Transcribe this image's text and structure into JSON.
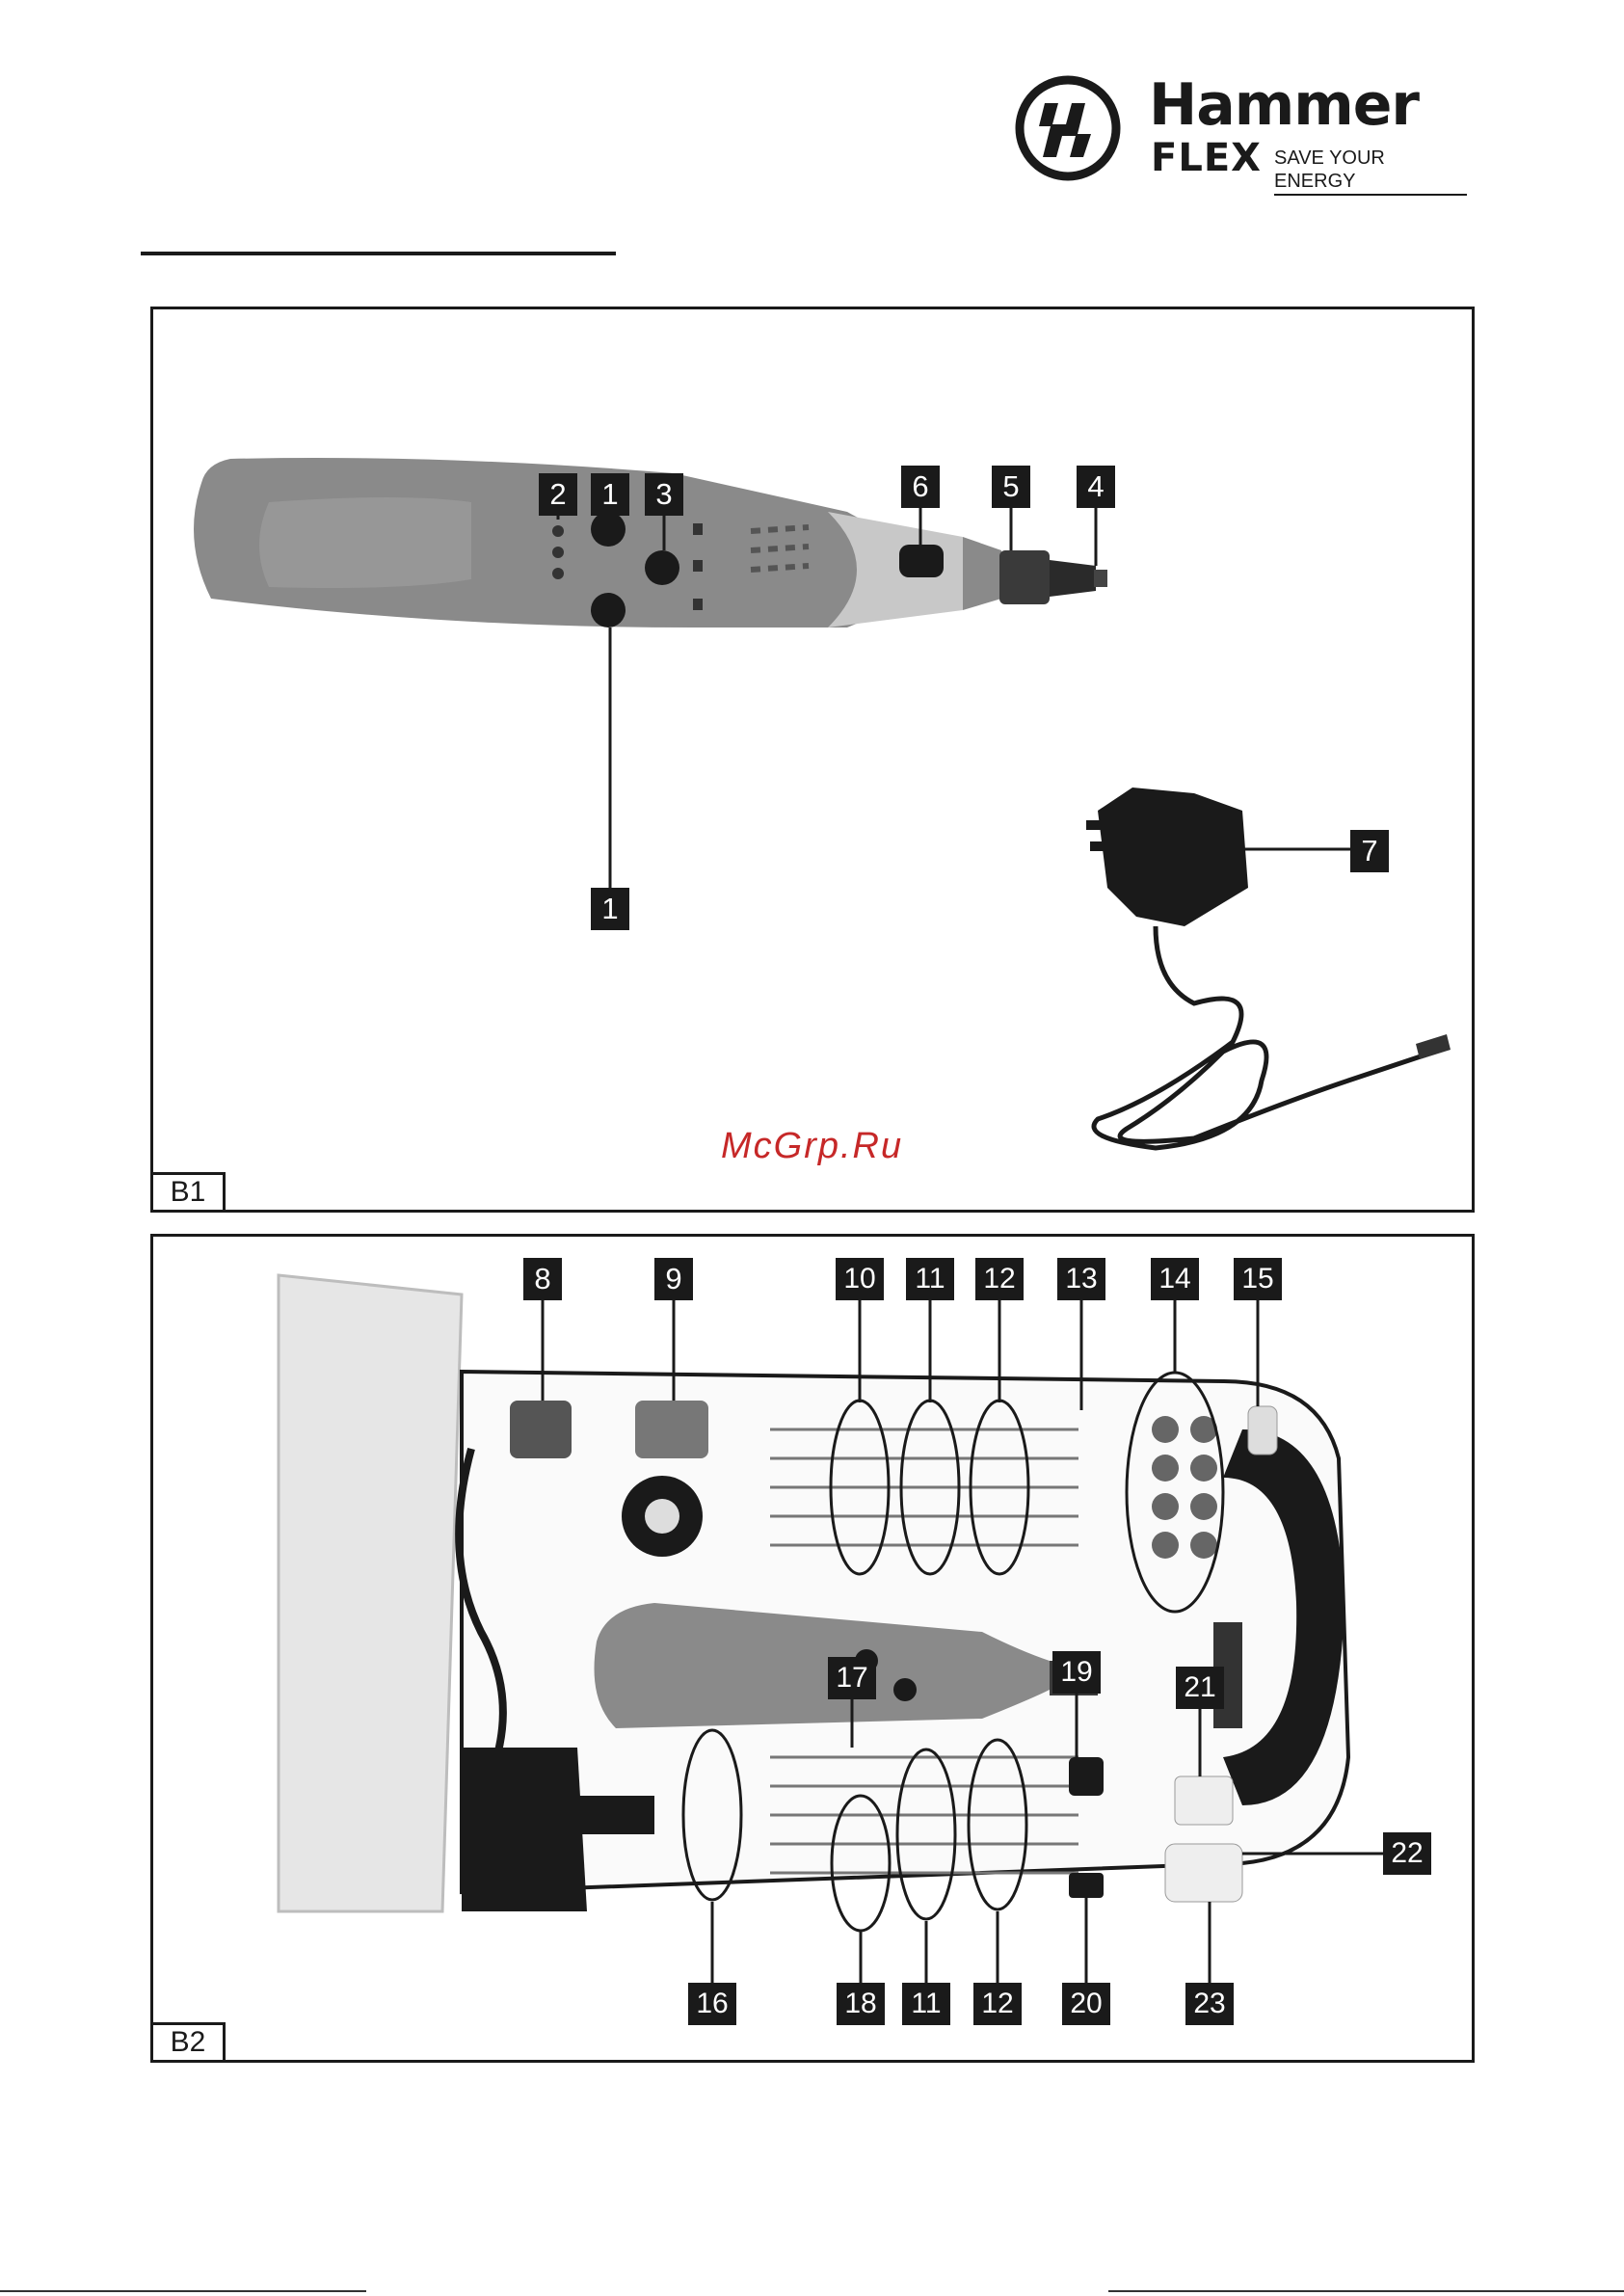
{
  "header": {
    "brand": "Hammer",
    "sub_brand": "FLEX",
    "slogan": "SAVE YOUR ENERGY"
  },
  "watermark": "McGrp.Ru",
  "panel_b1": {
    "tag": "B1",
    "labels": [
      "2",
      "1",
      "3",
      "6",
      "5",
      "4",
      "7",
      "1"
    ]
  },
  "panel_b2": {
    "tag": "B2",
    "top_labels": [
      "8",
      "9",
      "10",
      "11",
      "12",
      "13",
      "14",
      "15"
    ],
    "middle_labels": [
      "17",
      "19",
      "21",
      "22"
    ],
    "bottom_labels": [
      "16",
      "18",
      "11",
      "12",
      "20",
      "23"
    ]
  },
  "colors": {
    "ink": "#1a1a1a",
    "tool_body": "#8a8a8a",
    "watermark": "#c62828"
  }
}
